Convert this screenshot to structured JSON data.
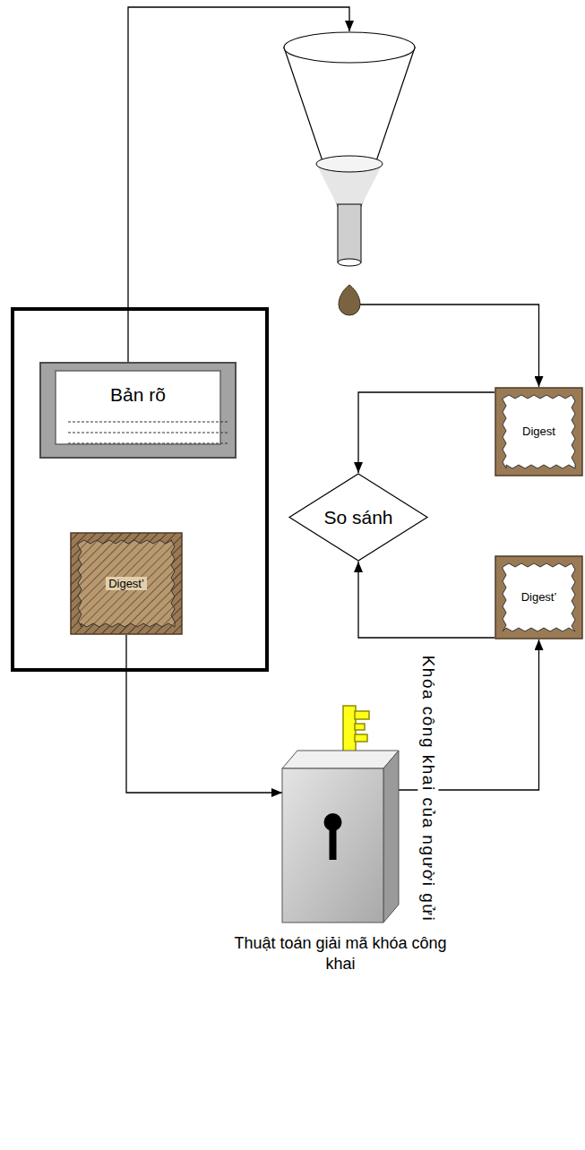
{
  "diagram": {
    "nodes": [
      {
        "text": []
      },
      {
        "text": []
      },
      {
        "text": [
          "Bản rõ"
        ],
        "in": 1
      },
      {
        "text": [
          "Digest’"
        ],
        "in": 1
      },
      {
        "text": [
          "Digest"
        ]
      },
      {
        "text": [
          "So sánh"
        ]
      },
      {
        "text": [
          "Digest’"
        ]
      },
      {
        "text": [
          "Thuật toán giải mã khóa công khai"
        ]
      }
    ],
    "edges": [
      {
        "from": 2,
        "to": 0,
        "arrow": "to"
      },
      {
        "from": 0,
        "to": 4,
        "arrow": "to"
      },
      {
        "from": 4,
        "to": 5,
        "arrow": "to"
      },
      {
        "from": 6,
        "to": 5,
        "arrow": "to"
      },
      {
        "from": 3,
        "to": 7,
        "arrow": "to"
      },
      {
        "from": 7,
        "to": 6,
        "arrow": "to"
      }
    ],
    "labels": [
      "Khóa công khai của người gửi"
    ]
  }
}
